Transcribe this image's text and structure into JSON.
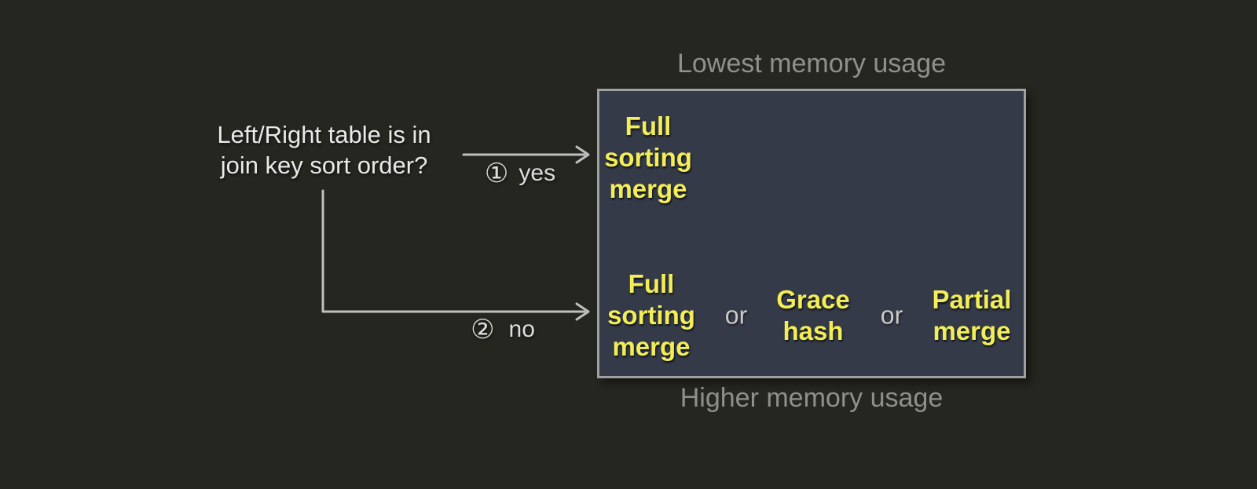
{
  "colors": {
    "background": "#252620",
    "box_fill": "#343a47",
    "box_border": "#a0a0a0",
    "highlight_yellow": "#f3ee57",
    "text_primary": "#e9e9e9",
    "text_muted": "#8f8f8c",
    "or_gray": "#c9c9c9",
    "arrow": "#bfbfbf"
  },
  "question": {
    "line1": "Left/Right table is in",
    "line2": "join key sort order?"
  },
  "branches": {
    "yes": {
      "number": "①",
      "label": "yes"
    },
    "no": {
      "number": "②",
      "label": "no"
    }
  },
  "memory_scale": {
    "top": "Lowest memory usage",
    "bottom": "Higher memory usage"
  },
  "box": {
    "sorted_row": {
      "option1": "Full sorting merge"
    },
    "unsorted_row": {
      "option1": "Full sorting merge",
      "or1": "or",
      "option2": "Grace hash",
      "or2": "or",
      "option3": "Partial merge"
    }
  }
}
